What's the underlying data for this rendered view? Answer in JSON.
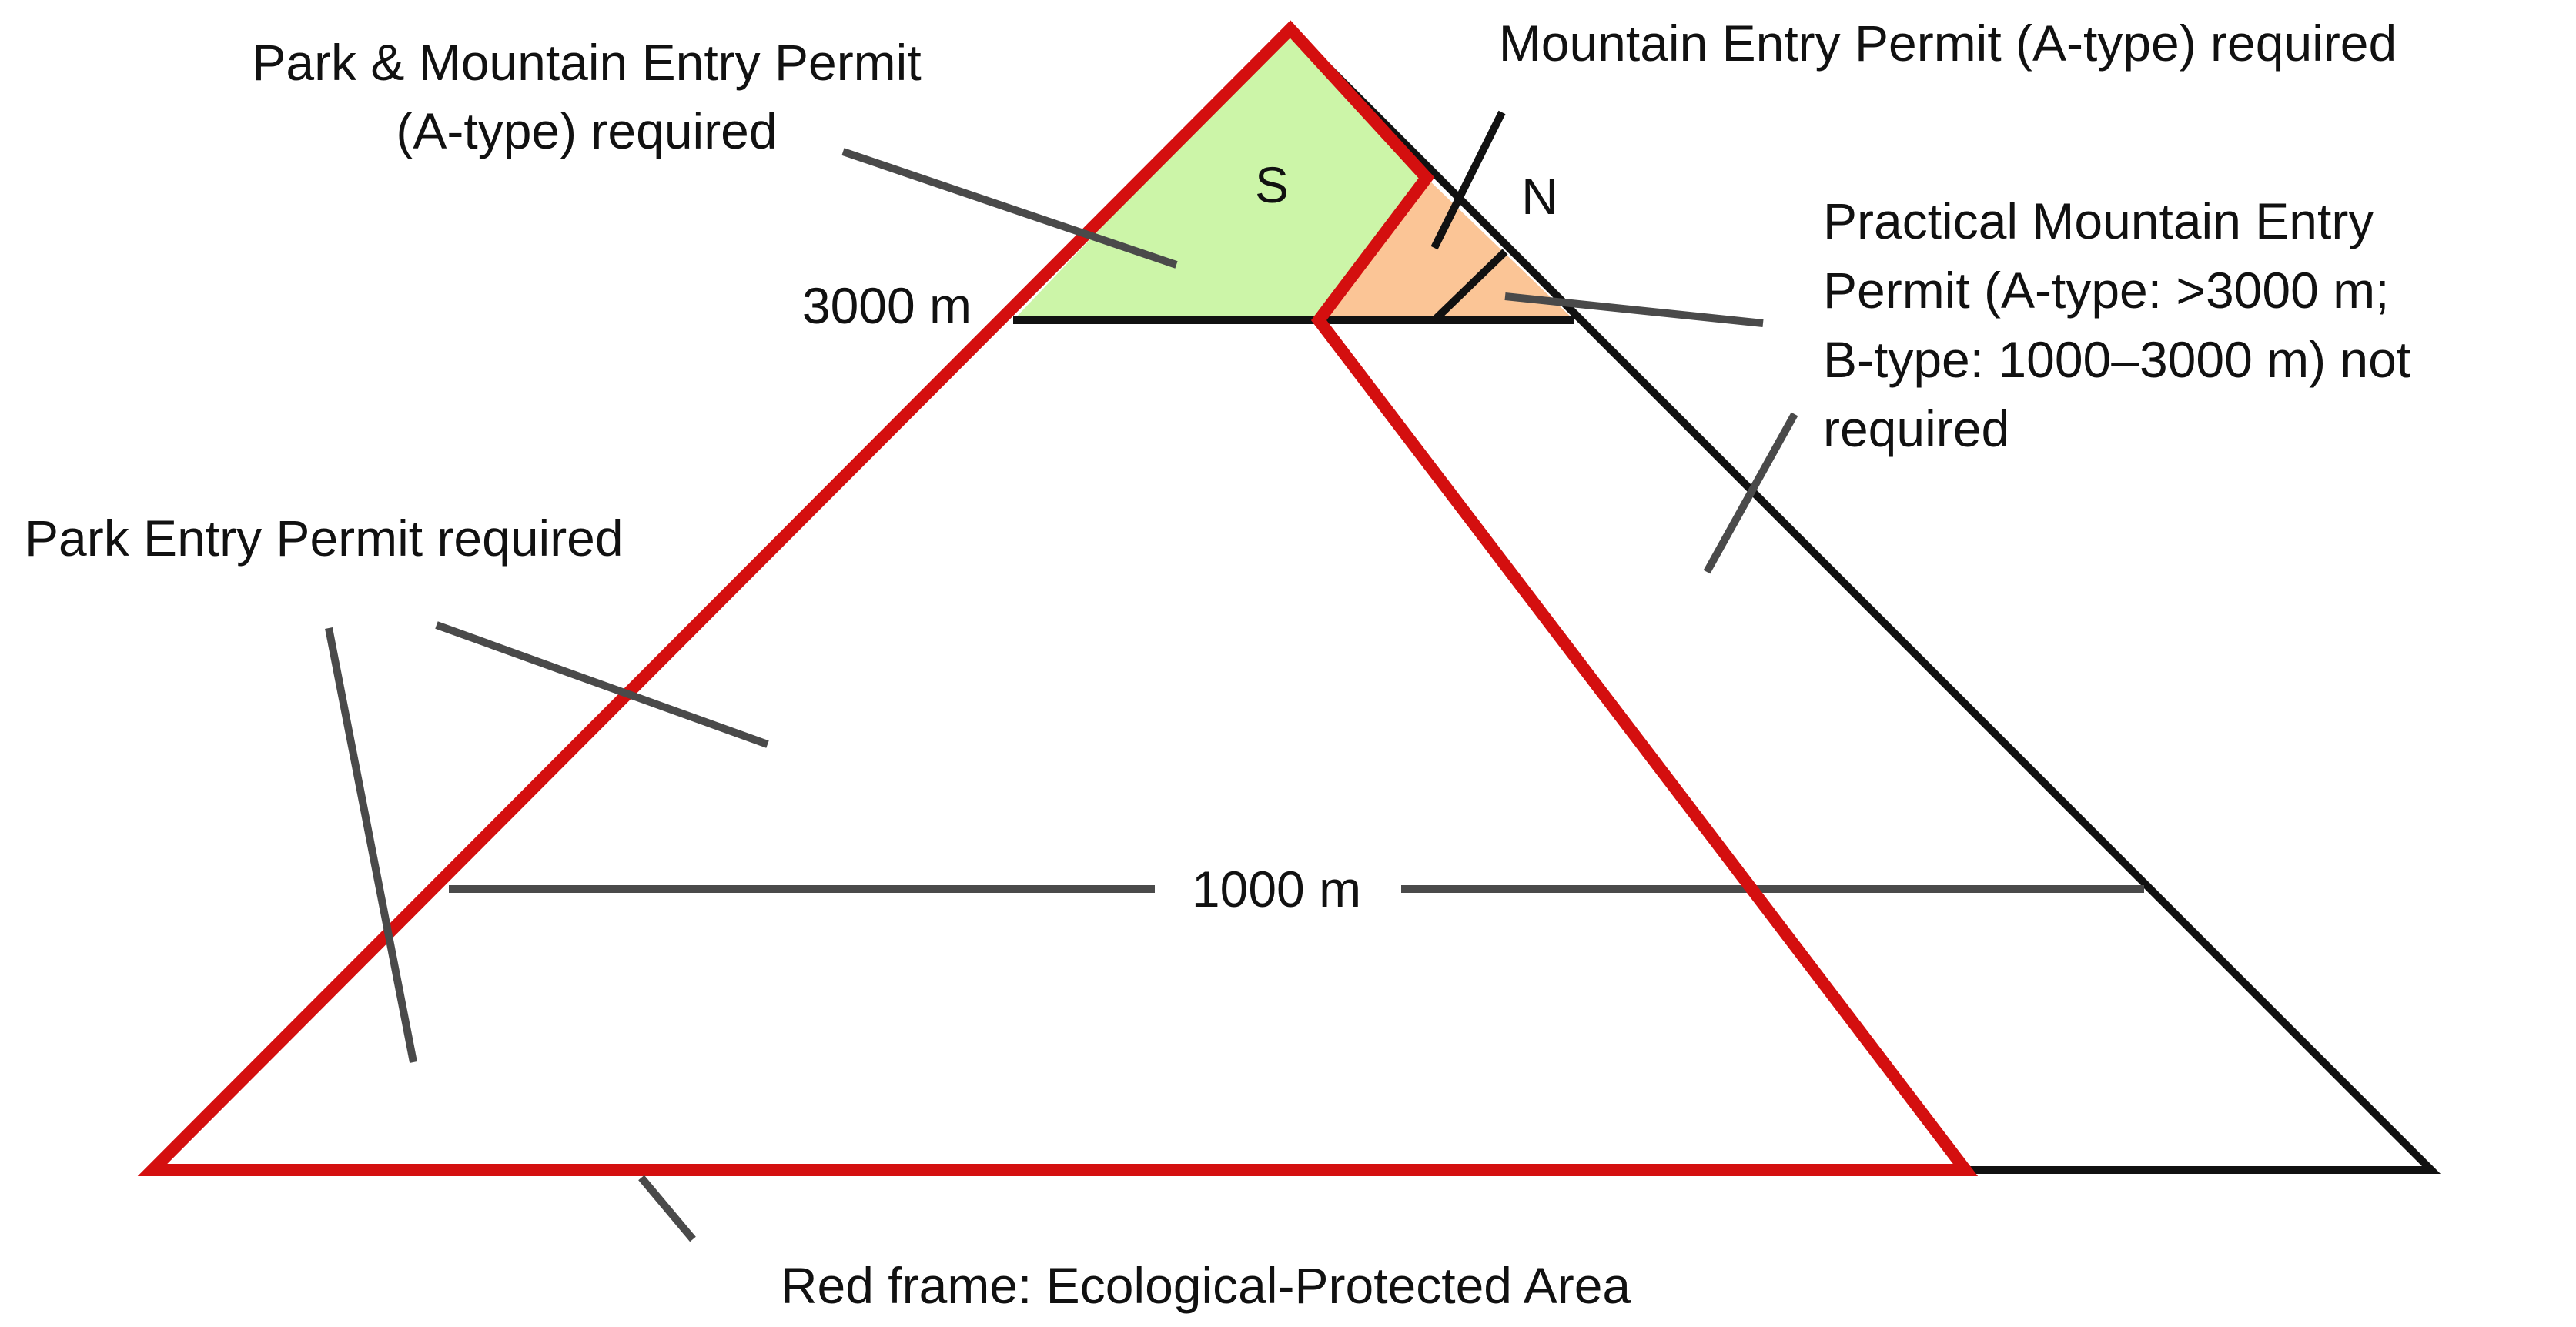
{
  "labels": {
    "park_mountain_permit_line1": "Park & Mountain Entry Permit",
    "park_mountain_permit_line2": "(A-type) required",
    "mountain_permit": "Mountain Entry Permit (A-type) required",
    "practical_line1": "Practical Mountain Entry",
    "practical_line2": "Permit (A-type: >3000 m;",
    "practical_line3": "B-type: 1000–3000 m)  not",
    "practical_line4": "required",
    "park_permit": "Park Entry Permit required",
    "elev_3000": "3000 m",
    "elev_1000": "1000 m",
    "south": "S",
    "north": "N",
    "red_frame": "Red frame: Ecological-Protected Area"
  },
  "colors": {
    "red_frame": "#d40f0f",
    "zone_south_fill": "#ccf5a8",
    "zone_north_fill": "#fbc596",
    "outline": "#111111",
    "leader": "#4a4a4a"
  }
}
